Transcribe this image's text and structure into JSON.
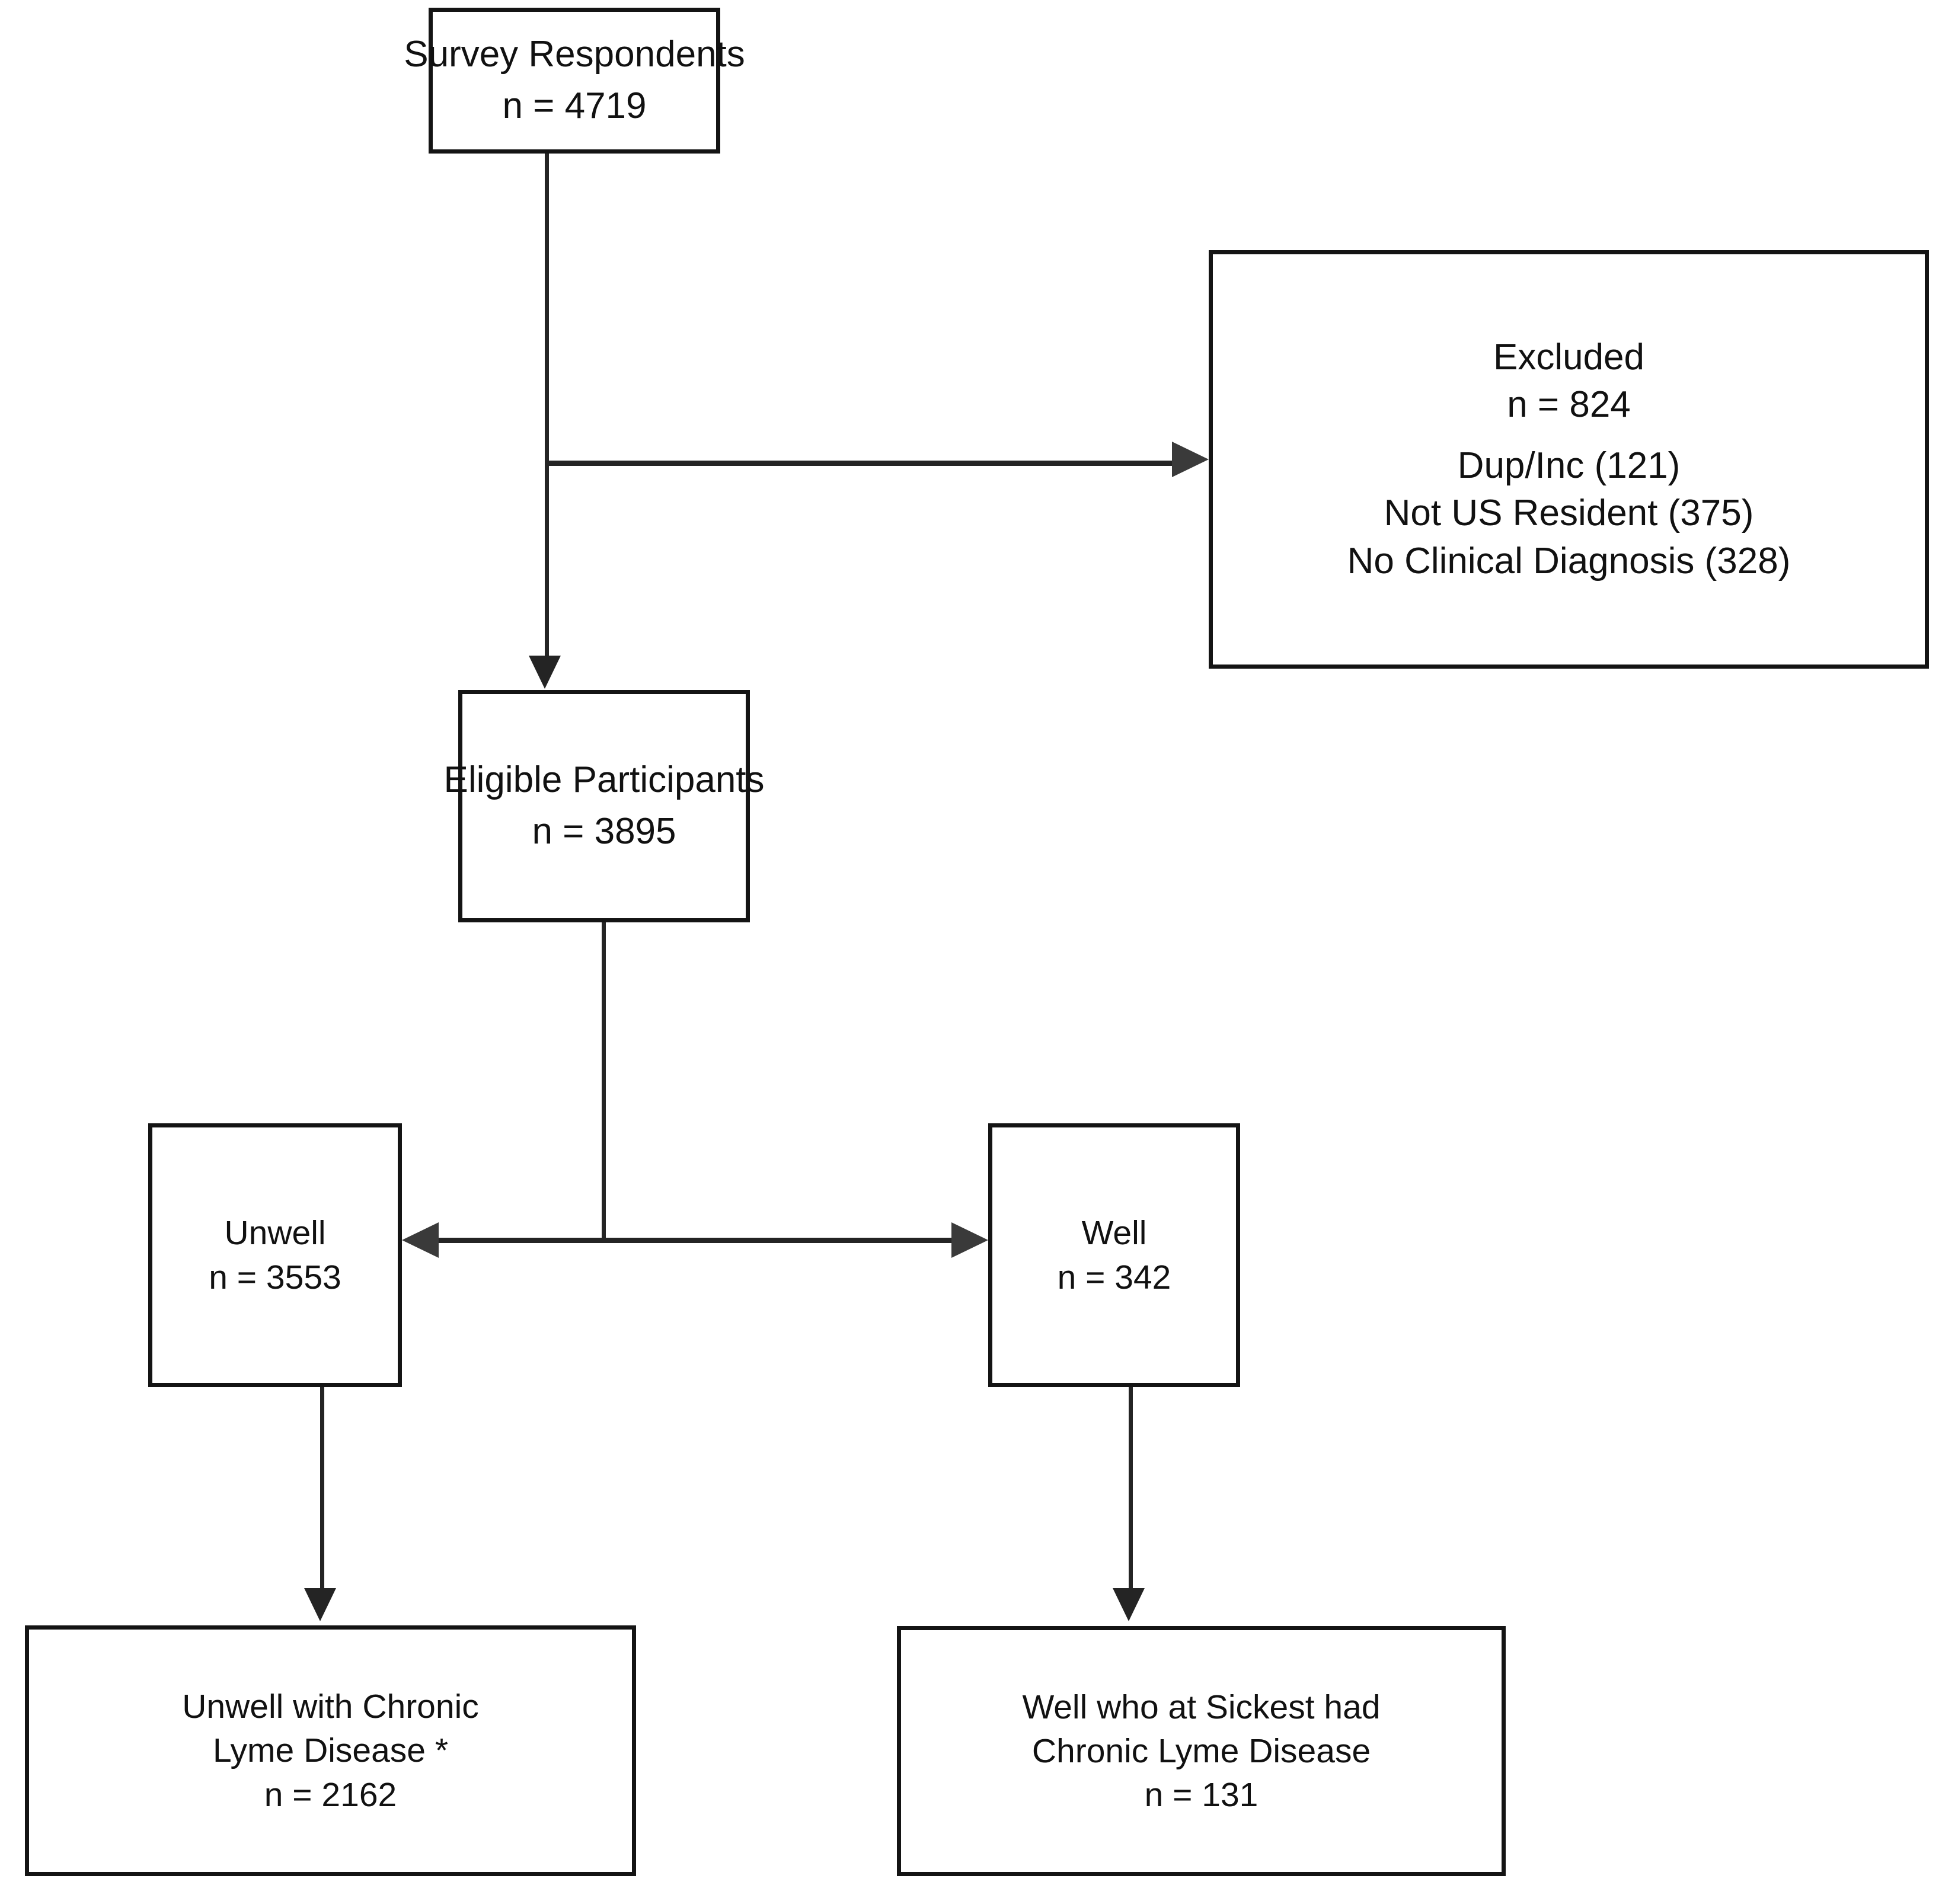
{
  "diagram": {
    "title": "Participant flow diagram",
    "colors": {
      "box_border": "#141414",
      "connector": "#242424",
      "arrowhead": "#3a3a3a",
      "background": "#ffffff",
      "text": "#111111"
    },
    "nodes": {
      "survey": {
        "label": "Survey Respondents",
        "count_label": "n = 4719",
        "count": 4719
      },
      "excluded": {
        "label": "Excluded",
        "count_label": "n = 824",
        "count": 824,
        "reasons": [
          {
            "text": "Dup/Inc (121)",
            "reason": "Dup/Inc",
            "n": 121
          },
          {
            "text": "Not US Resident (375)",
            "reason": "Not US Resident",
            "n": 375
          },
          {
            "text": "No Clinical Diagnosis (328)",
            "reason": "No Clinical Diagnosis",
            "n": 328
          }
        ]
      },
      "eligible": {
        "label": "Eligible Participants",
        "count_label": "n = 3895",
        "count": 3895
      },
      "unwell": {
        "label": "Unwell",
        "count_label": "n = 3553",
        "count": 3553
      },
      "well": {
        "label": "Well",
        "count_label": "n = 342",
        "count": 342
      },
      "unwell_cld": {
        "label_line1": "Unwell with Chronic",
        "label_line2": "Lyme Disease *",
        "count_label": "n = 2162",
        "count": 2162
      },
      "well_cld": {
        "label_line1": "Well who at Sickest had",
        "label_line2": "Chronic Lyme Disease",
        "count_label": "n = 131",
        "count": 131
      }
    },
    "edges": [
      {
        "from": "survey",
        "to": "eligible",
        "kind": "arrow-down"
      },
      {
        "from": "survey",
        "to": "excluded",
        "kind": "arrow-right"
      },
      {
        "from": "eligible",
        "to": "unwell",
        "kind": "arrow-left"
      },
      {
        "from": "eligible",
        "to": "well",
        "kind": "arrow-right"
      },
      {
        "from": "unwell",
        "to": "unwell_cld",
        "kind": "arrow-down"
      },
      {
        "from": "well",
        "to": "well_cld",
        "kind": "arrow-down"
      }
    ]
  }
}
